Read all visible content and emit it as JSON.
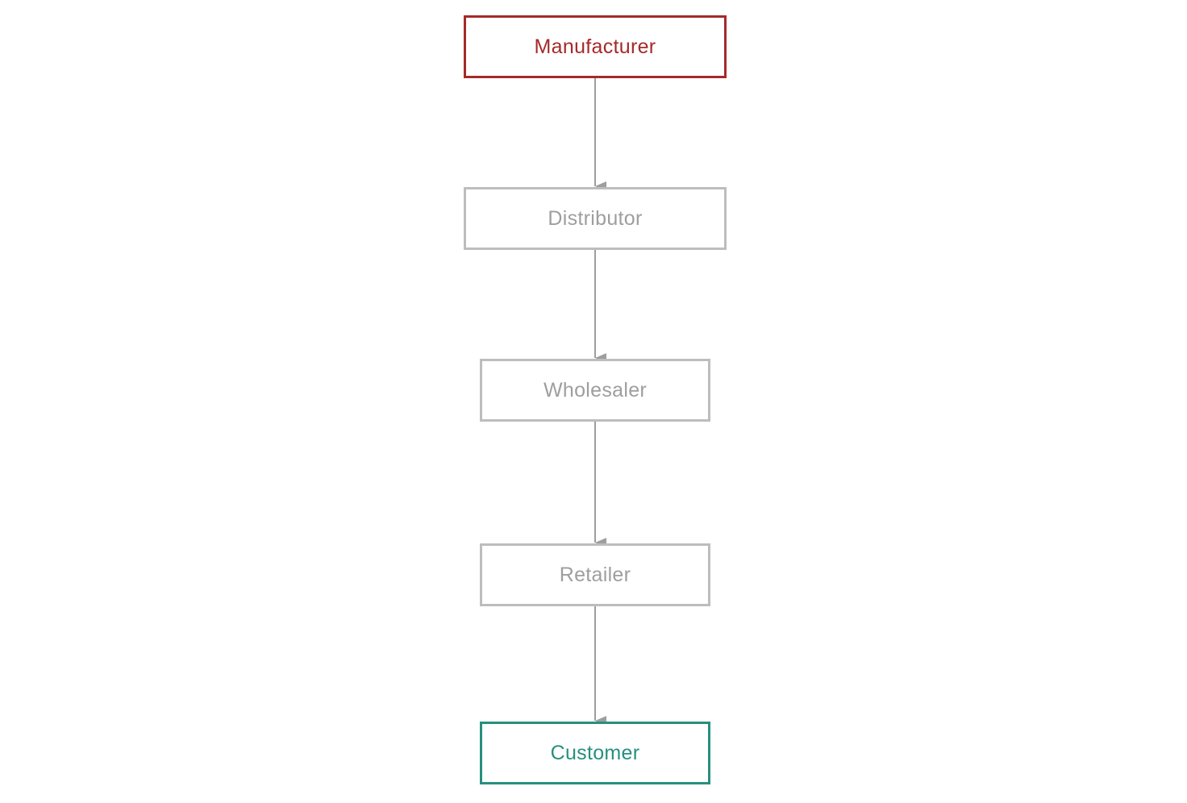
{
  "nodes": {
    "manufacturer": {
      "label": "Manufacturer",
      "color": "#a52a2a"
    },
    "distributor": {
      "label": "Distributor",
      "color": "#9e9e9e"
    },
    "wholesaler": {
      "label": "Wholesaler",
      "color": "#9e9e9e"
    },
    "retailer": {
      "label": "Retailer",
      "color": "#9e9e9e"
    },
    "customer": {
      "label": "Customer",
      "color": "#26907e"
    }
  },
  "edges": [
    {
      "from": "manufacturer",
      "to": "distributor"
    },
    {
      "from": "distributor",
      "to": "wholesaler"
    },
    {
      "from": "wholesaler",
      "to": "retailer"
    },
    {
      "from": "retailer",
      "to": "customer"
    }
  ],
  "colors": {
    "edge": "#9e9e9e",
    "neutral_border": "#bdbdbd"
  }
}
